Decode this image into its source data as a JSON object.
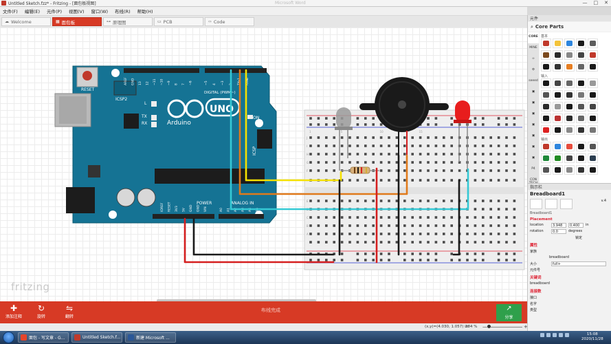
{
  "window": {
    "title": "Untitled Sketch.fzz* - Fritzing - [面包板视图]",
    "ghost_title": "Microsoft Word",
    "controls": [
      "—",
      "□",
      "✕"
    ]
  },
  "menu": [
    "文件(F)",
    "编辑(E)",
    "元件(P)",
    "视图(V)",
    "窗口(W)",
    "布线(R)",
    "帮助(H)"
  ],
  "tabs": [
    {
      "label": "Welcome",
      "icon": "☁",
      "active": false
    },
    {
      "label": "面包板",
      "icon": "▦",
      "active": true
    },
    {
      "label": "原理图",
      "icon": "⊶",
      "active": false
    },
    {
      "label": "PCB",
      "icon": "▭",
      "active": false
    },
    {
      "label": "Code",
      "icon": "‹›",
      "active": false
    }
  ],
  "canvas": {
    "watermark": "fritzing",
    "arduino": {
      "reset": "RESET",
      "icsp2": "ICSP2",
      "l": "L",
      "tx": "TX",
      "rx": "RX",
      "on": "ON",
      "icsp": "ICSP",
      "digital": "DIGITAL (PWM~)",
      "analog": "ANALOG IN",
      "power": "POWER",
      "brand": "Arduino",
      "uno": "UNO",
      "logo": "∞",
      "header_top": [
        "AREF",
        "GND",
        "13",
        "12",
        "~11",
        "~10",
        "~9",
        "8",
        "7",
        "~6",
        "~5",
        "4",
        "~3",
        "2",
        "TX▸1",
        "RX◂0"
      ],
      "header_bottom": [
        "IOREF",
        "RESET",
        "3V3",
        "5V",
        "GND",
        "GND",
        "VIN",
        "A0",
        "A1",
        "A2",
        "A3",
        "A4",
        "A5"
      ]
    },
    "breadboard": {
      "row_letters_top": [
        "J",
        "I",
        "H",
        "G",
        "F"
      ],
      "row_letters_bottom": [
        "E",
        "D",
        "C",
        "B",
        "A"
      ],
      "col_numbers": [
        "1",
        "5",
        "10",
        "15"
      ]
    },
    "wires": {
      "yellow": "#f5e100",
      "orange": "#e07a1b",
      "cyan": "#35c9d5",
      "red": "#d51f1f",
      "black": "#1a1a1a"
    }
  },
  "bottom": {
    "add_note": "添加注释",
    "rotate": "旋转",
    "flip": "翻转",
    "routing_status": "布线完成",
    "share": "分享"
  },
  "status": {
    "coords": "(x,y)=(4.030, 1.057) in",
    "zoom": "284 %",
    "zoom_out": "—",
    "zoom_in": "+"
  },
  "parts": {
    "header": "元件",
    "bin_title": "Core Parts",
    "section_core": "基本",
    "section_input": "输入",
    "section_output": "输出",
    "bins": [
      "CORE",
      "MINE",
      "∞",
      "⚙",
      "seeed",
      "▣",
      "▣",
      "▣",
      "▣",
      "▣",
      "▣",
      "▣",
      "P4",
      "CON TECH",
      "▣"
    ]
  },
  "inspector": {
    "header": "指示栏",
    "title": "Breadboard1",
    "subtitle": "Breadboard1",
    "version": "v.4",
    "placement_label": "Placement",
    "location_label": "location",
    "location_x": "3.948",
    "location_y": "0.400",
    "location_unit": "in",
    "rotation_label": "rotation",
    "rotation_value": "0.0",
    "rotation_unit": "degrees",
    "lock_label": "锁定",
    "props_label": "属性",
    "family_label": "家族",
    "family_value": "breadboard",
    "size_label": "大小",
    "size_value": "full+",
    "partnum_label": "元件号",
    "tags_label": "关键词",
    "tags_value": "breadboard",
    "connections_label": "连接数",
    "conn_label": "接口",
    "name_label": "名字",
    "type_label": "类型"
  },
  "taskbar": {
    "tasks": [
      {
        "label": "面包 - 写文章 - G...",
        "color": "#e5452b"
      },
      {
        "label": "Untitled Sketch.f...",
        "color": "#c0392b"
      },
      {
        "label": "新建 Microsoft ...",
        "color": "#2b5797"
      }
    ],
    "time": "15:08",
    "date": "2020/11/28"
  }
}
